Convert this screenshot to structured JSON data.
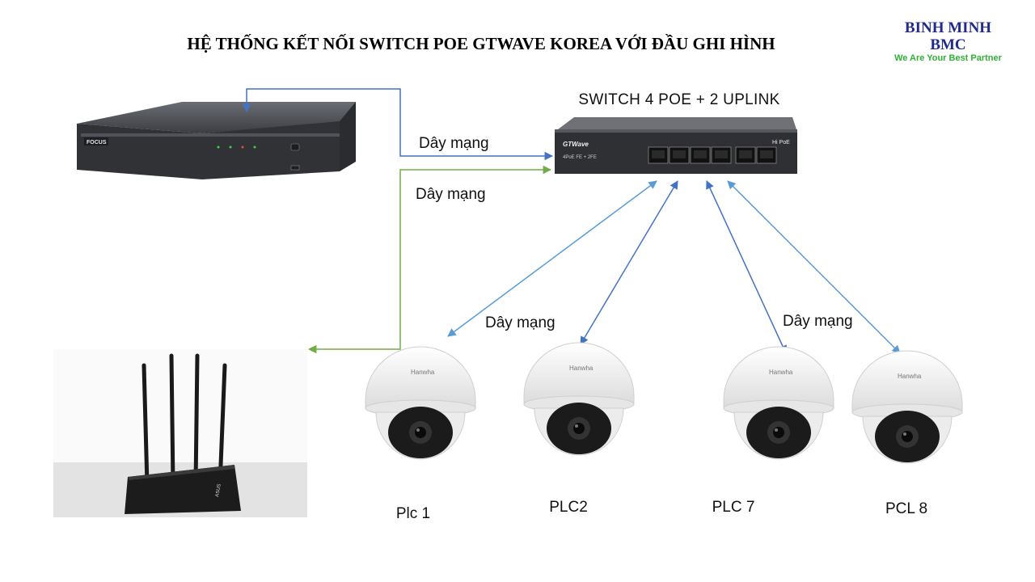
{
  "title": "HỆ THỐNG KẾT NỐI SWITCH POE GTWAVE KOREA VỚI ĐẦU GHI HÌNH",
  "logo": {
    "line1": "BINH MINH",
    "line2": "BMC",
    "tagline": "We Are Your Best Partner"
  },
  "switch": {
    "label": "SWITCH 4 POE + 2 UPLINK",
    "brand": "GTWave",
    "model": "4PoE FE + 2FE",
    "badge": "Hi PoE"
  },
  "recorder": {
    "brand": "FOCUS"
  },
  "cable_labels": {
    "recorder": "Dây mạng",
    "router": "Dây mạng",
    "cams_left": "Dây mạng",
    "cams_right": "Dây mạng"
  },
  "cameras": [
    {
      "label": "Plc 1",
      "brand": "Hanwha"
    },
    {
      "label": "PLC2",
      "brand": "Hanwha"
    },
    {
      "label": "PLC 7",
      "brand": "Hanwha"
    },
    {
      "label": "PCL 8",
      "brand": "Hanwha"
    }
  ],
  "router": {
    "brand": "ASUS"
  },
  "colors": {
    "link_blue": "#4472c4",
    "link_green": "#70ad47",
    "link_lightblue": "#5b9bd5",
    "logo_blue": "#1f2a8c",
    "logo_green": "#2eb135"
  }
}
